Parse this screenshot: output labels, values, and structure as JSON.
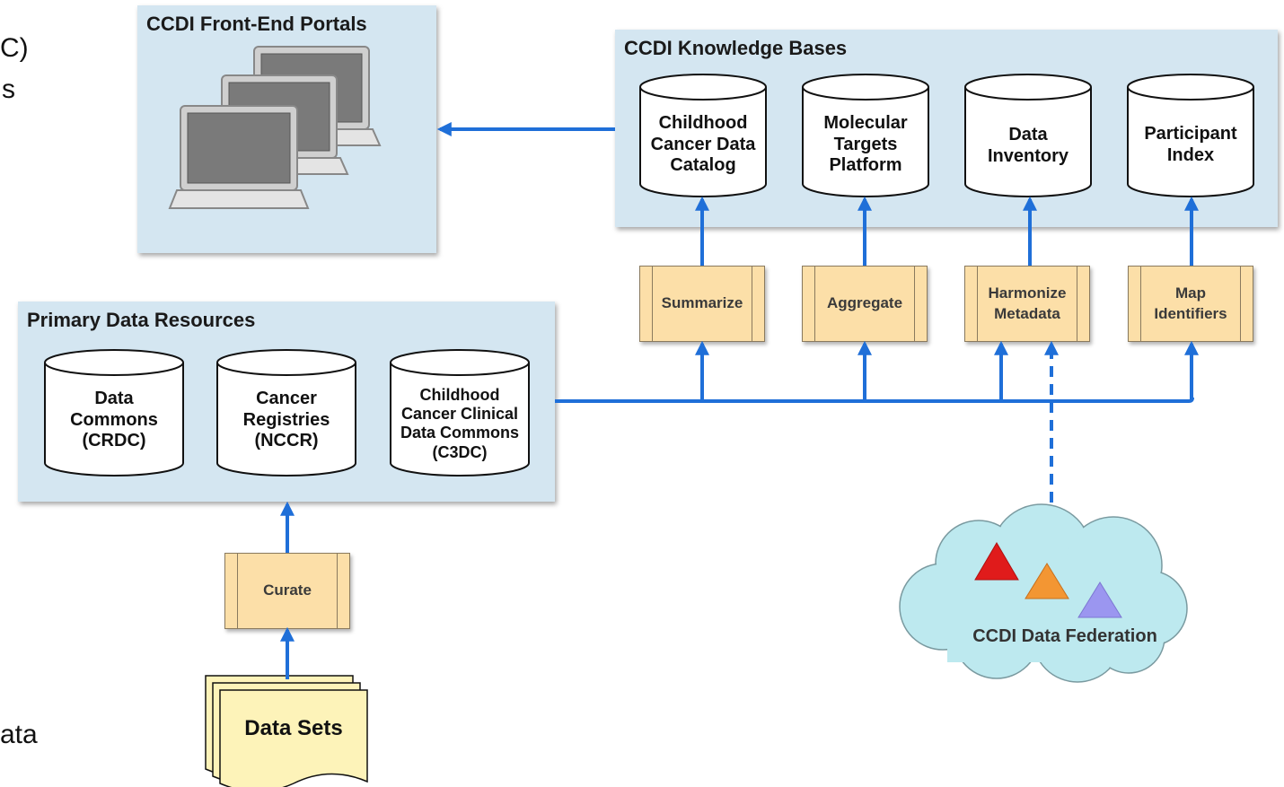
{
  "left_edge_text": {
    "line1": "C)",
    "line2": "s",
    "line3": "ata"
  },
  "front_end": {
    "title": "CCDI Front-End Portals"
  },
  "knowledge_bases": {
    "title": "CCDI Knowledge Bases",
    "items": [
      {
        "label": "Childhood\nCancer Data\nCatalog"
      },
      {
        "label": "Molecular\nTargets\nPlatform"
      },
      {
        "label": "Data\nInventory"
      },
      {
        "label": "Participant\nIndex"
      }
    ]
  },
  "processes": {
    "summarize": "Summarize",
    "aggregate": "Aggregate",
    "harmonize": "Harmonize\nMetadata",
    "map": "Map\nIdentifiers",
    "curate": "Curate"
  },
  "primary_resources": {
    "title": "Primary Data Resources",
    "items": [
      {
        "label": "Data\nCommons\n(CRDC)"
      },
      {
        "label": "Cancer\nRegistries\n(NCCR)"
      },
      {
        "label": "Childhood\nCancer Clinical\nData Commons\n(C3DC)"
      }
    ]
  },
  "data_sets": {
    "label": "Data Sets"
  },
  "federation": {
    "label": "CCDI Data Federation"
  },
  "colors": {
    "panel": "#d4e6f1",
    "process": "#fcdfa8",
    "arrow": "#1f6fd8",
    "cloud": "#bde9ef",
    "triangle_red": "#e01b1b",
    "triangle_orange": "#f39633",
    "triangle_purple": "#9b96f0"
  }
}
